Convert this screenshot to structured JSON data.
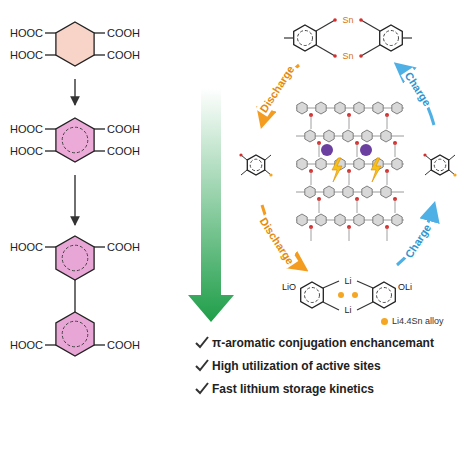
{
  "diagram": {
    "nodes": [
      {
        "text": [
          "HOOC",
          "COOH",
          "HOOC",
          "COOH"
        ]
      },
      {
        "text": [
          "HOOC",
          "COOH",
          "HOOC",
          "COOH"
        ]
      },
      {
        "text": [
          "HOOC",
          "COOH",
          "HOOC",
          "COOH"
        ]
      }
    ],
    "edges": [
      {
        "from": 0,
        "to": 1,
        "arrow": "to"
      },
      {
        "from": 1,
        "to": 2,
        "arrow": "to"
      }
    ],
    "labels": [
      "Discharge",
      "Discharge",
      "Charge",
      "Charge",
      "Sn",
      "Sn",
      "LiO",
      "Li",
      "Li",
      "OLi",
      "π-aromatic conjugation enchancemant",
      "High utilization of active sites",
      "Fast lithium storage kinetics"
    ],
    "legend": [
      {
        "text": "Li4.4Sn alloy",
        "color": "#f5a623"
      }
    ]
  }
}
